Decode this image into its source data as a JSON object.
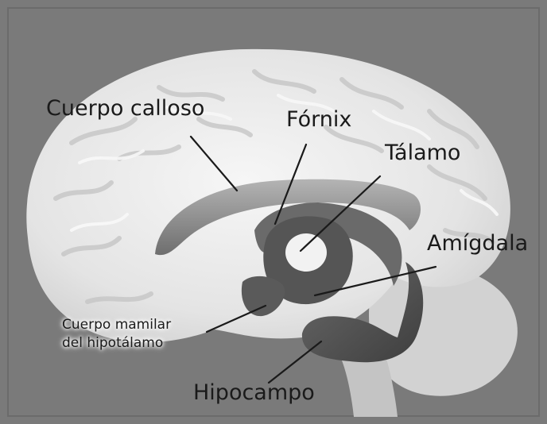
{
  "labels": {
    "corpus_callosum": "Cuerpo calloso",
    "fornix": "Fórnix",
    "thalamus": "Tálamo",
    "amygdala": "Amígdala",
    "mammillary_line1": "Cuerpo mamilar",
    "mammillary_line2": "del hipotálamo",
    "hippocampus": "Hipocampo"
  },
  "colors": {
    "background": "#7a7a7a",
    "brain": "#e9e9e9",
    "brain_shadow": "#c9c9c9",
    "structure_light": "#8a8a8a",
    "structure_dark": "#4a4a4a",
    "text": "#1a1a1a"
  }
}
